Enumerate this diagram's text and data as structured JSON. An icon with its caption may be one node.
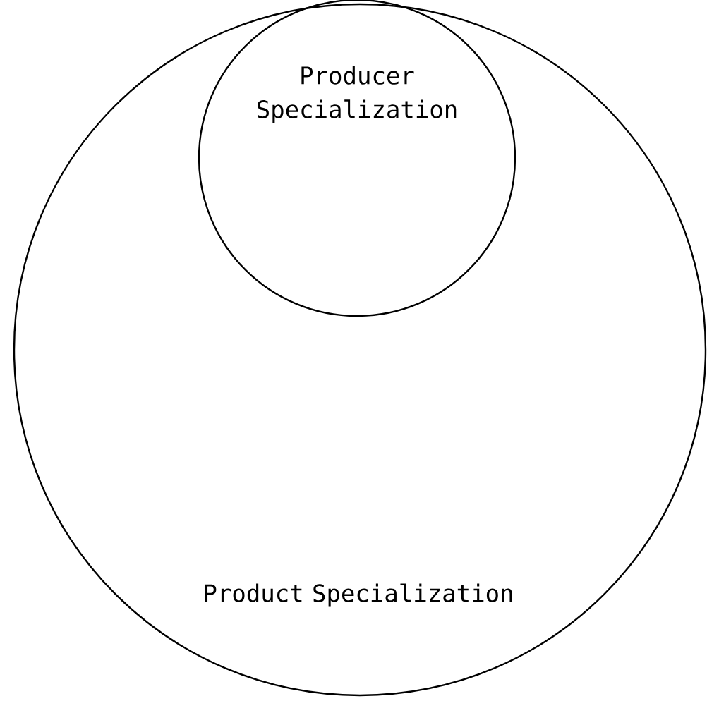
{
  "diagram": {
    "nodes": [
      {
        "text": [
          "Product Specialization"
        ]
      },
      {
        "text": [
          "Producer Specialization"
        ],
        "in": 0
      }
    ]
  }
}
